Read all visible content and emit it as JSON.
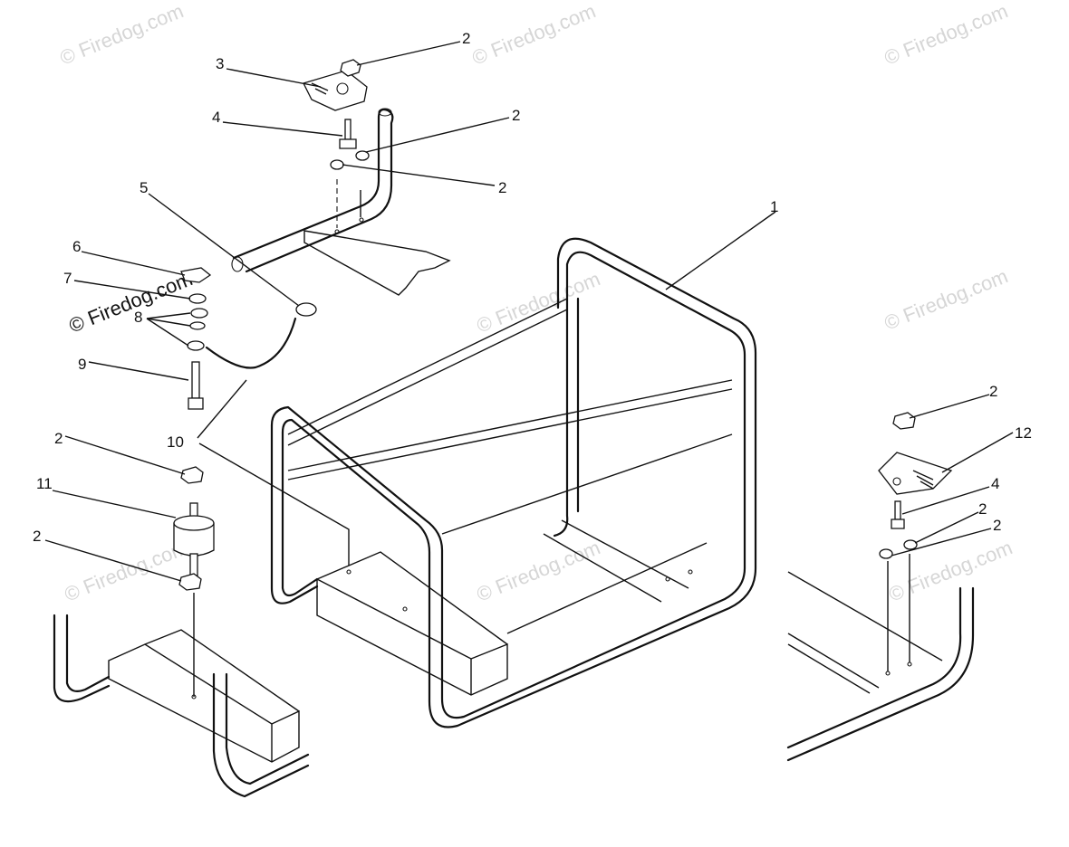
{
  "watermark": "© Firedog.com",
  "labels": {
    "l1": "1",
    "l2a": "2",
    "l2b": "2",
    "l2c": "2",
    "l2d": "2",
    "l2e": "2",
    "l2f": "2",
    "l2g": "2",
    "l2h": "2",
    "l3": "3",
    "l4a": "4",
    "l4b": "4",
    "l5": "5",
    "l6": "6",
    "l7": "7",
    "l8": "8",
    "l9": "9",
    "l10": "10",
    "l11": "11",
    "l12": "12"
  }
}
